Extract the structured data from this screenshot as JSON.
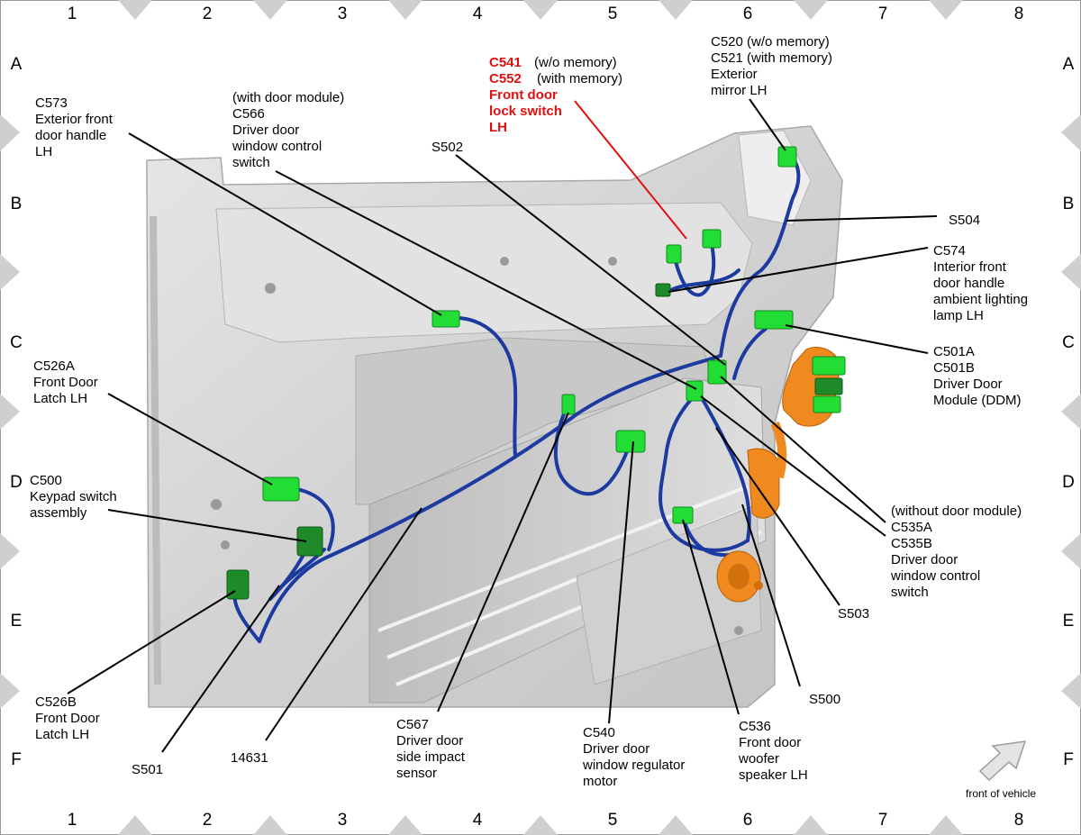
{
  "grid": {
    "columns": [
      "1",
      "2",
      "3",
      "4",
      "5",
      "6",
      "7",
      "8"
    ],
    "rows": [
      "A",
      "B",
      "C",
      "D",
      "E",
      "F"
    ]
  },
  "callouts": {
    "c573": [
      "C573",
      "Exterior front",
      "door handle",
      "LH"
    ],
    "c566": [
      "(with door module)",
      "C566",
      "Driver door",
      "window control",
      "switch"
    ],
    "s502": [
      "S502"
    ],
    "c541_tag": "(w/o memory)",
    "c552_tag": "(with memory)",
    "c541_red": [
      "C541",
      "C552",
      "Front door",
      "lock switch",
      "LH"
    ],
    "c520": [
      "C520  (w/o memory)",
      "C521  (with memory)",
      "Exterior",
      "mirror LH"
    ],
    "s504": [
      "S504"
    ],
    "c574": [
      "C574",
      "Interior front",
      "door handle",
      "ambient lighting",
      "lamp LH"
    ],
    "c501": [
      "C501A",
      "C501B",
      "Driver Door",
      "Module (DDM)"
    ],
    "c526a": [
      "C526A",
      "Front Door",
      "Latch LH"
    ],
    "c500": [
      "C500",
      "Keypad switch",
      "assembly"
    ],
    "c535": [
      "(without door module)",
      "C535A",
      "C535B",
      "Driver door",
      "window control",
      "switch"
    ],
    "s503": [
      "S503"
    ],
    "c526b": [
      "C526B",
      "Front Door",
      "Latch LH"
    ],
    "s500": [
      "S500"
    ],
    "s501": [
      "S501"
    ],
    "n14631": [
      "14631"
    ],
    "c567": [
      "C567",
      "Driver door",
      "side impact",
      "sensor"
    ],
    "c540": [
      "C540",
      "Driver door",
      "window regulator",
      "motor"
    ],
    "c536": [
      "C536",
      "Front door",
      "woofer",
      "speaker LH"
    ]
  },
  "front_of_vehicle": "front of vehicle",
  "colors": {
    "harness": "#1c3aa0",
    "connector": "#22dd33",
    "connector_dark": "#1f8a2a",
    "module": "#f08a1e",
    "highlight": "#e01010",
    "panel": "#d6d6d6",
    "grid_marker": "#cfcfcf"
  }
}
